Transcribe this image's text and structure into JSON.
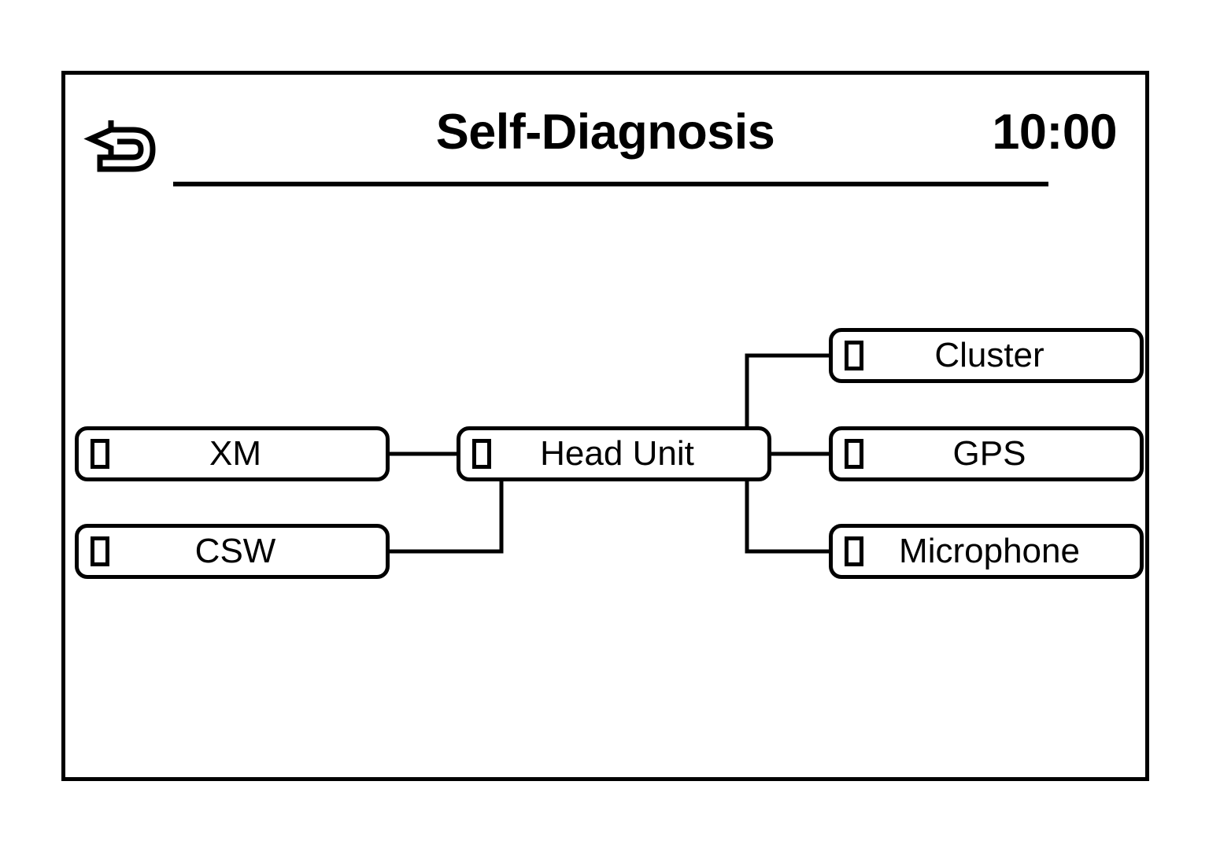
{
  "header": {
    "title": "Self-Diagnosis",
    "clock": "10:00",
    "back_icon": "back-arrow-icon"
  },
  "theme": {
    "background": "#ffffff",
    "foreground": "#000000",
    "stroke_width": 5
  },
  "diagram": {
    "type": "node-link",
    "center_node": "Head Unit",
    "nodes": [
      {
        "id": "xm",
        "label": "XM",
        "indicator": "status-square",
        "status": "empty",
        "column": "left",
        "row": "middle"
      },
      {
        "id": "csw",
        "label": "CSW",
        "indicator": "status-square",
        "status": "empty",
        "column": "left",
        "row": "bottom"
      },
      {
        "id": "headunit",
        "label": "Head Unit",
        "indicator": "status-square",
        "status": "empty",
        "column": "center",
        "row": "middle"
      },
      {
        "id": "cluster",
        "label": "Cluster",
        "indicator": "status-square",
        "status": "empty",
        "column": "right",
        "row": "top"
      },
      {
        "id": "gps",
        "label": "GPS",
        "indicator": "status-square",
        "status": "empty",
        "column": "right",
        "row": "middle"
      },
      {
        "id": "microphone",
        "label": "Microphone",
        "indicator": "status-square",
        "status": "empty",
        "column": "right",
        "row": "bottom"
      }
    ],
    "links": [
      {
        "from": "xm",
        "to": "headunit"
      },
      {
        "from": "csw",
        "to": "headunit"
      },
      {
        "from": "headunit",
        "to": "cluster"
      },
      {
        "from": "headunit",
        "to": "gps"
      },
      {
        "from": "headunit",
        "to": "microphone"
      }
    ]
  }
}
